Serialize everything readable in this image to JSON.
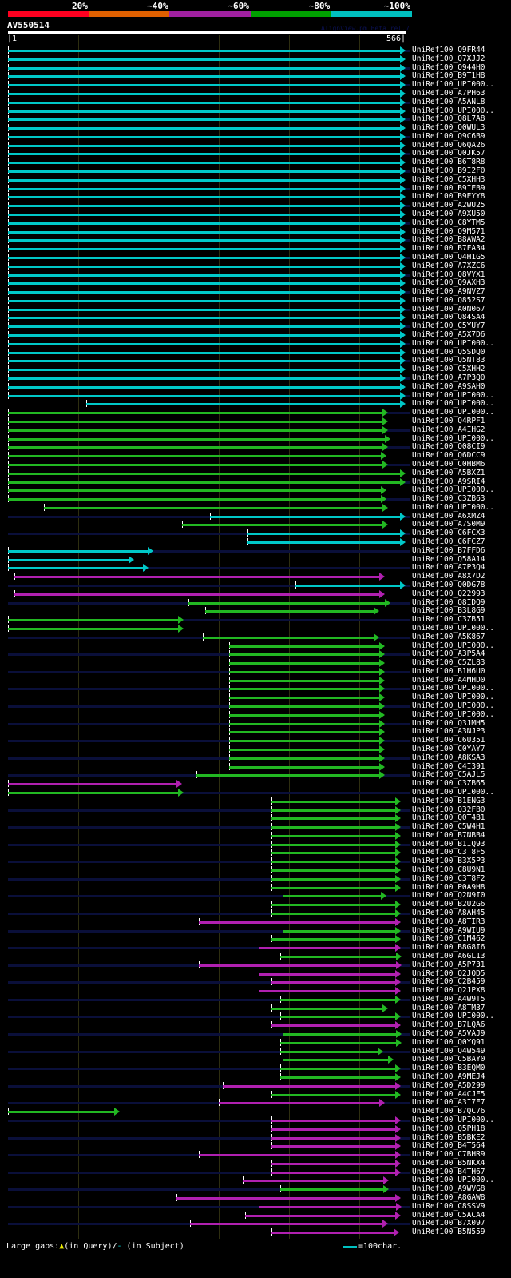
{
  "header": {
    "legend": [
      {
        "label": "20%",
        "color": "#ff0020"
      },
      {
        "label": "~40%",
        "color": "#e06000"
      },
      {
        "label": "~60%",
        "color": "#a020a0"
      },
      {
        "label": "~80%",
        "color": "#00a000"
      },
      {
        "label": "~100%",
        "color": "#00c0c0"
      }
    ],
    "query": "AV550514",
    "version": "AlignView.pm Beta rel.7",
    "start": "|1",
    "end": "566|",
    "length": 566
  },
  "colors": {
    "c": "#00c8c8",
    "g": "#22b822",
    "m": "#b020b0"
  },
  "rows": [
    [
      "UniRef100_Q9FR44",
      "c",
      1,
      566
    ],
    [
      "UniRef100_Q7XJJ2",
      "c",
      1,
      566
    ],
    [
      "UniRef100_Q944H0",
      "c",
      1,
      566
    ],
    [
      "UniRef100_B9T1H8",
      "c",
      1,
      566
    ],
    [
      "UniRef100_UPI000..",
      "c",
      1,
      566
    ],
    [
      "UniRef100_A7PH63",
      "c",
      1,
      566
    ],
    [
      "UniRef100_A5ANL8",
      "c",
      1,
      566
    ],
    [
      "UniRef100_UPI000..",
      "c",
      1,
      566
    ],
    [
      "UniRef100_Q8L7A8",
      "c",
      1,
      566
    ],
    [
      "UniRef100_Q0WUL3",
      "c",
      1,
      566
    ],
    [
      "UniRef100_Q9C6B9",
      "c",
      1,
      566
    ],
    [
      "UniRef100_Q6QA26",
      "c",
      1,
      566
    ],
    [
      "UniRef100_Q0JK57",
      "c",
      1,
      566
    ],
    [
      "UniRef100_B6T8R8",
      "c",
      1,
      566
    ],
    [
      "UniRef100_B9I2F0",
      "c",
      1,
      566
    ],
    [
      "UniRef100_C5XHH3",
      "c",
      1,
      566
    ],
    [
      "UniRef100_B9IEB9",
      "c",
      1,
      566
    ],
    [
      "UniRef100_B9EYY8",
      "c",
      1,
      566
    ],
    [
      "UniRef100_A2WU25",
      "c",
      1,
      566
    ],
    [
      "UniRef100_A9XU50",
      "c",
      1,
      566
    ],
    [
      "UniRef100_C8YTM5",
      "c",
      1,
      566
    ],
    [
      "UniRef100_Q9M571",
      "c",
      1,
      566
    ],
    [
      "UniRef100_B8AWA2",
      "c",
      1,
      566
    ],
    [
      "UniRef100_B7FA34",
      "c",
      1,
      566
    ],
    [
      "UniRef100_Q4H1G5",
      "c",
      1,
      566
    ],
    [
      "UniRef100_A7XZC6",
      "c",
      1,
      566
    ],
    [
      "UniRef100_Q8VYX1",
      "c",
      1,
      566
    ],
    [
      "UniRef100_Q9AXH3",
      "c",
      1,
      566
    ],
    [
      "UniRef100_A9NVZ7",
      "c",
      1,
      566
    ],
    [
      "UniRef100_Q852S7",
      "c",
      1,
      566
    ],
    [
      "UniRef100_A0N067",
      "c",
      1,
      566
    ],
    [
      "UniRef100_Q84SA4",
      "c",
      1,
      566
    ],
    [
      "UniRef100_C5YUY7",
      "c",
      1,
      566
    ],
    [
      "UniRef100_A5X7D6",
      "c",
      1,
      566
    ],
    [
      "UniRef100_UPI000..",
      "c",
      1,
      566
    ],
    [
      "UniRef100_Q5SDQ0",
      "c",
      1,
      566
    ],
    [
      "UniRef100_Q5NT83",
      "c",
      1,
      566
    ],
    [
      "UniRef100_C5XHH2",
      "c",
      1,
      566
    ],
    [
      "UniRef100_A7P3Q0",
      "c",
      1,
      566
    ],
    [
      "UniRef100_A9SAH0",
      "c",
      1,
      566
    ],
    [
      "UniRef100_UPI000..",
      "c",
      1,
      566
    ],
    [
      "UniRef100_UPI000..",
      "c",
      112,
      566
    ],
    [
      "UniRef100_UPI000..",
      "g",
      1,
      541
    ],
    [
      "UniRef100_Q4RPF1",
      "g",
      1,
      541
    ],
    [
      "UniRef100_A4IHG2",
      "g",
      1,
      541
    ],
    [
      "UniRef100_UPI000..",
      "g",
      1,
      545
    ],
    [
      "UniRef100_Q08CI9",
      "g",
      1,
      541
    ],
    [
      "UniRef100_Q6DCC9",
      "g",
      1,
      539
    ],
    [
      "UniRef100_C0HBM6",
      "g",
      1,
      541
    ],
    [
      "UniRef100_A5BXZ1",
      "g",
      1,
      566
    ],
    [
      "UniRef100_A9SRI4",
      "g",
      1,
      566
    ],
    [
      "UniRef100_UPI000..",
      "g",
      1,
      539
    ],
    [
      "UniRef100_C3ZB63",
      "g",
      1,
      539
    ],
    [
      "UniRef100_UPI000..",
      "g",
      52,
      541
    ],
    [
      "UniRef100_A6XMZ4",
      "c",
      288,
      566
    ],
    [
      "UniRef100_A7S0M9",
      "g",
      249,
      541
    ],
    [
      "UniRef100_C6FCX3",
      "c",
      340,
      566
    ],
    [
      "UniRef100_C6FCZ7",
      "c",
      340,
      566
    ],
    [
      "UniRef100_B7FFD6",
      "c",
      1,
      208
    ],
    [
      "UniRef100_Q58A14",
      "c",
      1,
      180
    ],
    [
      "UniRef100_A7P3Q4",
      "c",
      1,
      201
    ],
    [
      "UniRef100_A8X7D2",
      "m",
      10,
      537
    ],
    [
      "UniRef100_Q0DG78",
      "c",
      410,
      566
    ],
    [
      "UniRef100_Q22993",
      "m",
      10,
      537
    ],
    [
      "UniRef100_Q8IDQ9",
      "g",
      257,
      545
    ],
    [
      "UniRef100_B3L8G9",
      "g",
      281,
      529
    ],
    [
      "UniRef100_C3ZB51",
      "g",
      1,
      251
    ],
    [
      "UniRef100_UPI000..",
      "g",
      1,
      251
    ],
    [
      "UniRef100_A5K867",
      "g",
      278,
      529
    ],
    [
      "UniRef100_UPI000..",
      "g",
      315,
      537
    ],
    [
      "UniRef100_A3P5A4",
      "g",
      315,
      537
    ],
    [
      "UniRef100_C5ZL83",
      "g",
      315,
      537
    ],
    [
      "UniRef100_B1H6U0",
      "g",
      315,
      537
    ],
    [
      "UniRef100_A4MHD0",
      "g",
      315,
      537
    ],
    [
      "UniRef100_UPI000..",
      "g",
      315,
      537
    ],
    [
      "UniRef100_UPI000..",
      "g",
      315,
      537
    ],
    [
      "UniRef100_UPI000..",
      "g",
      315,
      537
    ],
    [
      "UniRef100_UPI000..",
      "g",
      315,
      537
    ],
    [
      "UniRef100_Q3JMH5",
      "g",
      315,
      537
    ],
    [
      "UniRef100_A3NJP3",
      "g",
      315,
      537
    ],
    [
      "UniRef100_C6U351",
      "g",
      315,
      537
    ],
    [
      "UniRef100_C0YAY7",
      "g",
      315,
      537
    ],
    [
      "UniRef100_A8KSA3",
      "g",
      315,
      537
    ],
    [
      "UniRef100_C4I391",
      "g",
      315,
      537
    ],
    [
      "UniRef100_C5AJL5",
      "g",
      269,
      537
    ],
    [
      "UniRef100_C3ZB65",
      "m",
      1,
      249
    ],
    [
      "UniRef100_UPI000..",
      "g",
      1,
      251
    ],
    [
      "UniRef100_B1ENG3",
      "g",
      376,
      559
    ],
    [
      "UniRef100_Q32FB0",
      "g",
      376,
      559
    ],
    [
      "UniRef100_Q0T4B1",
      "g",
      376,
      559
    ],
    [
      "UniRef100_C5W4H1",
      "g",
      376,
      559
    ],
    [
      "UniRef100_B7NBB4",
      "g",
      376,
      559
    ],
    [
      "UniRef100_B1IQ93",
      "g",
      376,
      559
    ],
    [
      "UniRef100_C3T8F5",
      "g",
      376,
      559
    ],
    [
      "UniRef100_B3X5P3",
      "g",
      376,
      559
    ],
    [
      "UniRef100_C8U9N1",
      "g",
      376,
      559
    ],
    [
      "UniRef100_C3T8F2",
      "g",
      376,
      559
    ],
    [
      "UniRef100_P0A9H8",
      "g",
      376,
      559
    ],
    [
      "UniRef100_Q2N9I0",
      "g",
      392,
      539
    ],
    [
      "UniRef100_B2U2G6",
      "g",
      376,
      559
    ],
    [
      "UniRef100_A8AH45",
      "g",
      376,
      559
    ],
    [
      "UniRef100_A8TIR3",
      "m",
      272,
      559
    ],
    [
      "UniRef100_A9WIU9",
      "g",
      392,
      559
    ],
    [
      "UniRef100_C1M462",
      "g",
      376,
      559
    ],
    [
      "UniRef100_B8G8I6",
      "m",
      358,
      559
    ],
    [
      "UniRef100_A6GL13",
      "g",
      388,
      561
    ],
    [
      "UniRef100_A5P731",
      "m",
      272,
      561
    ],
    [
      "UniRef100_Q2JQD5",
      "m",
      358,
      559
    ],
    [
      "UniRef100_C2B459",
      "m",
      376,
      559
    ],
    [
      "UniRef100_Q2JPX8",
      "m",
      358,
      559
    ],
    [
      "UniRef100_A4W9T5",
      "g",
      388,
      559
    ],
    [
      "UniRef100_A8TM37",
      "g",
      376,
      541
    ],
    [
      "UniRef100_UPI000..",
      "g",
      388,
      559
    ],
    [
      "UniRef100_B7LQA6",
      "m",
      376,
      559
    ],
    [
      "UniRef100_A5VAJ9",
      "g",
      392,
      561
    ],
    [
      "UniRef100_Q0YQ91",
      "g",
      388,
      561
    ],
    [
      "UniRef100_Q4W549",
      "g",
      388,
      535
    ],
    [
      "UniRef100_C5BAY0",
      "g",
      392,
      549
    ],
    [
      "UniRef100_B3EQM0",
      "g",
      388,
      559
    ],
    [
      "UniRef100_A9MEJ4",
      "g",
      388,
      559
    ],
    [
      "UniRef100_A5D299",
      "m",
      306,
      559
    ],
    [
      "UniRef100_A4CJE5",
      "g",
      376,
      559
    ],
    [
      "UniRef100_A3I7E7",
      "m",
      301,
      537
    ],
    [
      "UniRef100_B7QC76",
      "g",
      1,
      160
    ],
    [
      "UniRef100_UPI000..",
      "m",
      376,
      559
    ],
    [
      "UniRef100_Q5PH18",
      "m",
      376,
      559
    ],
    [
      "UniRef100_B5BKE2",
      "m",
      376,
      559
    ],
    [
      "UniRef100_B4T564",
      "m",
      376,
      559
    ],
    [
      "UniRef100_C7BHR9",
      "m",
      272,
      559
    ],
    [
      "UniRef100_B5NKX4",
      "m",
      376,
      559
    ],
    [
      "UniRef100_B4TH67",
      "m",
      376,
      559
    ],
    [
      "UniRef100_UPI000..",
      "m",
      335,
      543
    ],
    [
      "UniRef100_A9WVG8",
      "g",
      388,
      543
    ],
    [
      "UniRef100_A8GAW8",
      "m",
      240,
      559
    ],
    [
      "UniRef100_C8SSV9",
      "m",
      358,
      561
    ],
    [
      "UniRef100_C5ACA4",
      "m",
      338,
      559
    ],
    [
      "UniRef100_B7X097",
      "m",
      260,
      541
    ],
    [
      "UniRef100_B5N559",
      "m",
      376,
      557
    ]
  ],
  "footer": {
    "gaps_label": "Large gaps:",
    "gap_query_icon": "▲",
    "gap_query": "(in Query)/",
    "gap_subject_icon": "-",
    "gap_subject": " (in Subject)",
    "scale_label": "=100char."
  }
}
